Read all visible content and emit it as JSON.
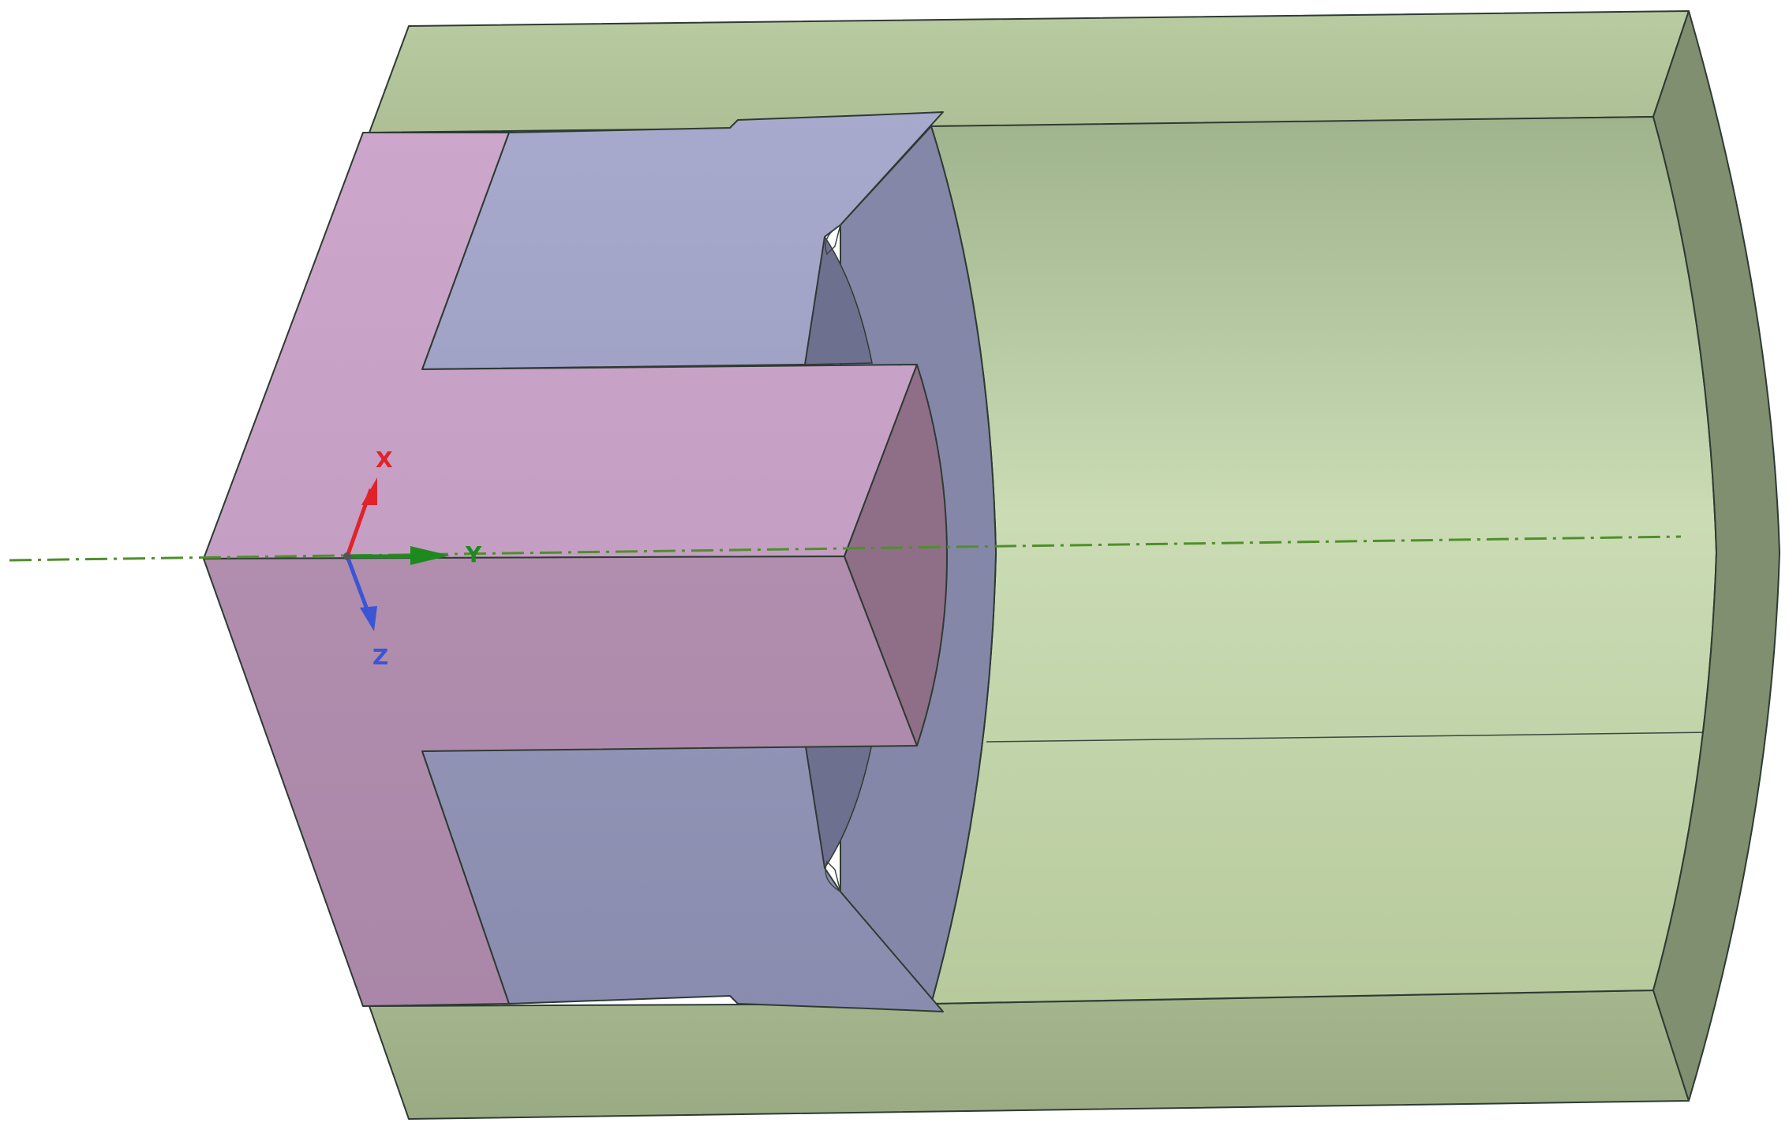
{
  "triad": {
    "x_label": "X",
    "y_label": "Y",
    "z_label": "Z",
    "colors": {
      "x": "#e0232b",
      "y": "#1e8a1e",
      "z": "#3a56d4"
    }
  },
  "colors": {
    "outer_shell": "#b6c99d",
    "inner_cylinder": "#c2d6a8",
    "end_face": "#7f8f6f",
    "pink_body": "#c9a3c8",
    "blue_flange": "#a3a5c9",
    "centerline": "#4f8f2a"
  },
  "view": {
    "projection": "isometric",
    "centerline_style": "dash-dot"
  }
}
